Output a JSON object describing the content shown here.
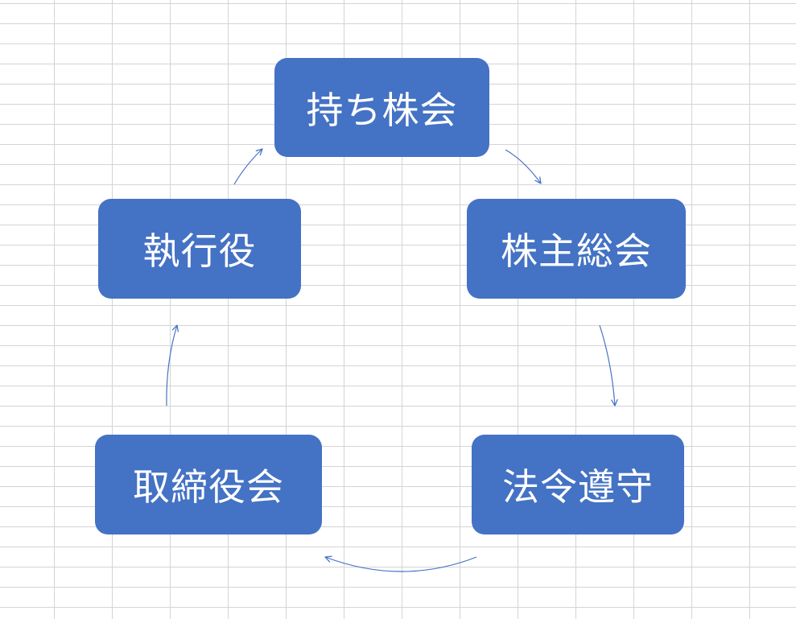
{
  "diagram": {
    "nodes": [
      {
        "id": "top",
        "label": "持ち株会"
      },
      {
        "id": "right",
        "label": "株主総会"
      },
      {
        "id": "bottom-right",
        "label": "法令遵守"
      },
      {
        "id": "bottom-left",
        "label": "取締役会"
      },
      {
        "id": "left",
        "label": "執行役"
      }
    ],
    "edges": [
      {
        "from": "top",
        "to": "right"
      },
      {
        "from": "right",
        "to": "bottom-right"
      },
      {
        "from": "bottom-right",
        "to": "bottom-left"
      },
      {
        "from": "bottom-left",
        "to": "left"
      },
      {
        "from": "left",
        "to": "top"
      }
    ],
    "colors": {
      "node_fill": "#4472c4",
      "node_text": "#ffffff",
      "arrow": "#4472c4",
      "gridline": "#d4d4d4",
      "background": "#ffffff"
    }
  }
}
